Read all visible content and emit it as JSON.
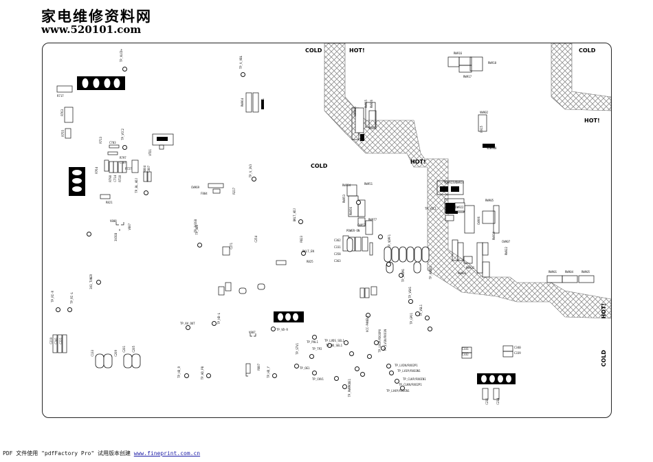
{
  "header": {
    "title": "家电维修资料网",
    "url": "www.520101.com"
  },
  "zones": {
    "cold_top_left": "COLD",
    "hot_top": "HOT!",
    "cold_top_right": "COLD",
    "hot_right": "HOT!",
    "cold_mid": "COLD",
    "hot_mid": "HOT!",
    "hot_right_vertical": "HOT!",
    "cold_right_vertical": "COLD"
  },
  "labels": {
    "tp_vlcd": "TP_VLCD+",
    "tp_v_vbl": "TP_V_VBL",
    "r717": "R717",
    "r763": "R763",
    "r755": "R755",
    "r713": "R713",
    "c703": "C703",
    "tp_vcc2": "TP_VCC2",
    "r797": "R797",
    "c707": "C707",
    "r727": "R727",
    "r764": "R764",
    "r798": "R798",
    "c714": "C714",
    "r728": "R728",
    "tp_bl_adj": "TP_BL_ADJ",
    "r804": "R804",
    "c807": "C807",
    "vtd1": "VTD1",
    "r821": "R821",
    "cw969": "CW969",
    "f804": "F804",
    "r217": "R217",
    "tp_v_3v3": "TP_V_3V3",
    "rw964": "RW964",
    "rw961": "RW961",
    "tp_3v3sb": "TP_3V3SB",
    "v808": "V808",
    "v807": "V807",
    "3v3sb": "3V3SB",
    "tp_vdd": "TP_VDD",
    "c254": "C254",
    "c271": "C271",
    "tp_vcc1": "TP_VCC1",
    "tp_bl_adj2": "BKLT_ADJ",
    "r823": "R823",
    "bklt_en": "BKLT_EN",
    "r825": "R825",
    "tp_3v3_tuner": "3V3_TUNER",
    "tp_av_out": "TP_AV_OUT",
    "tp_r": "TP_RI-R",
    "tp_l": "TP_RI-L",
    "c219": "C219",
    "c241": "C241",
    "c221": "C221",
    "c133": "C133",
    "c209": "C209",
    "c201": "C201",
    "c205": "C205",
    "tp_hd_r": "TP_HD_R",
    "tp_hd_pb": "TP_HD_PB",
    "tp_hd_y": "TP_HD_Y",
    "tp_hd_l": "TP_HD-L",
    "v807b": "V807",
    "tp_vd_r": "TP_VD-R",
    "r807": "R807",
    "vdw905": "VDW905",
    "rw925": "RW925",
    "rw926": "RW926",
    "rw916": "RW916",
    "rw918": "RW918",
    "rw917": "RW917",
    "vw902": "VW902",
    "r9a": "R915",
    "vdw908": "VDW908",
    "rw954": "RW954",
    "rw951": "RW951",
    "rw953": "RW953",
    "rw956": "RW956",
    "rw977": "RW977",
    "cw957": "CW957",
    "power_on": "POWER-ON",
    "vdw923": "VDW923",
    "vdw924": "VDW924",
    "rw905": "RW905",
    "vdw922": "VDW922",
    "cw906": "CW906",
    "cw907": "CW907",
    "rw922": "RW922",
    "rw903": "RW903",
    "rw932": "RW932",
    "rw930": "RW930",
    "rw901": "RW901",
    "rw904": "RW904",
    "rw905b": "RW905",
    "c362": "C362",
    "c331": "C331",
    "c358": "C358",
    "c363": "C363",
    "tp_vdpf": "TP_VDPF1",
    "tp_vcom": "TP_VCOM1",
    "tp_vgh": "TP_VGH1",
    "tp_vgl": "TP_VGL1",
    "tp_vdd2": "TP_AVDD1",
    "tp_gpo": "TP_GPO1",
    "vcc_panel": "VCC-PANEL1",
    "tp_lvds": "TP_LVDS_SEL1",
    "tp_od": "TP_OD_SEL1",
    "tp_stv": "TP_STV1",
    "tp_pol": "TP_POL1",
    "tp_tp2": "TP_TP2",
    "tp_oe": "TP_OE1",
    "tp_ckv": "TP_CKV1",
    "tp_lv0": "TP_LV0P/RXOOP0",
    "tp_lv1": "TP_LV1N/RXO1N",
    "tp_lv2": "TP_LV2N/RXO2P1",
    "tp_lv3": "TP_LV3P/RXO3N1",
    "tp_clk": "TP_CLKP/RXOIN1",
    "tp_clkn": "TP_CLKN/RXO2P1",
    "tp_lv4": "TP_LV4P/RXOCN1",
    "tp_pwr": "TP_PWRMODE1",
    "c331b": "C331",
    "c332": "C332",
    "c340": "C340",
    "c339": "C339",
    "c231": "C231",
    "c234": "C234"
  },
  "footer": {
    "prefix": "PDF 文件使用 \"pdfFactory Pro\" 试用版本创建",
    "link": "www.fineprint.com.cn"
  }
}
